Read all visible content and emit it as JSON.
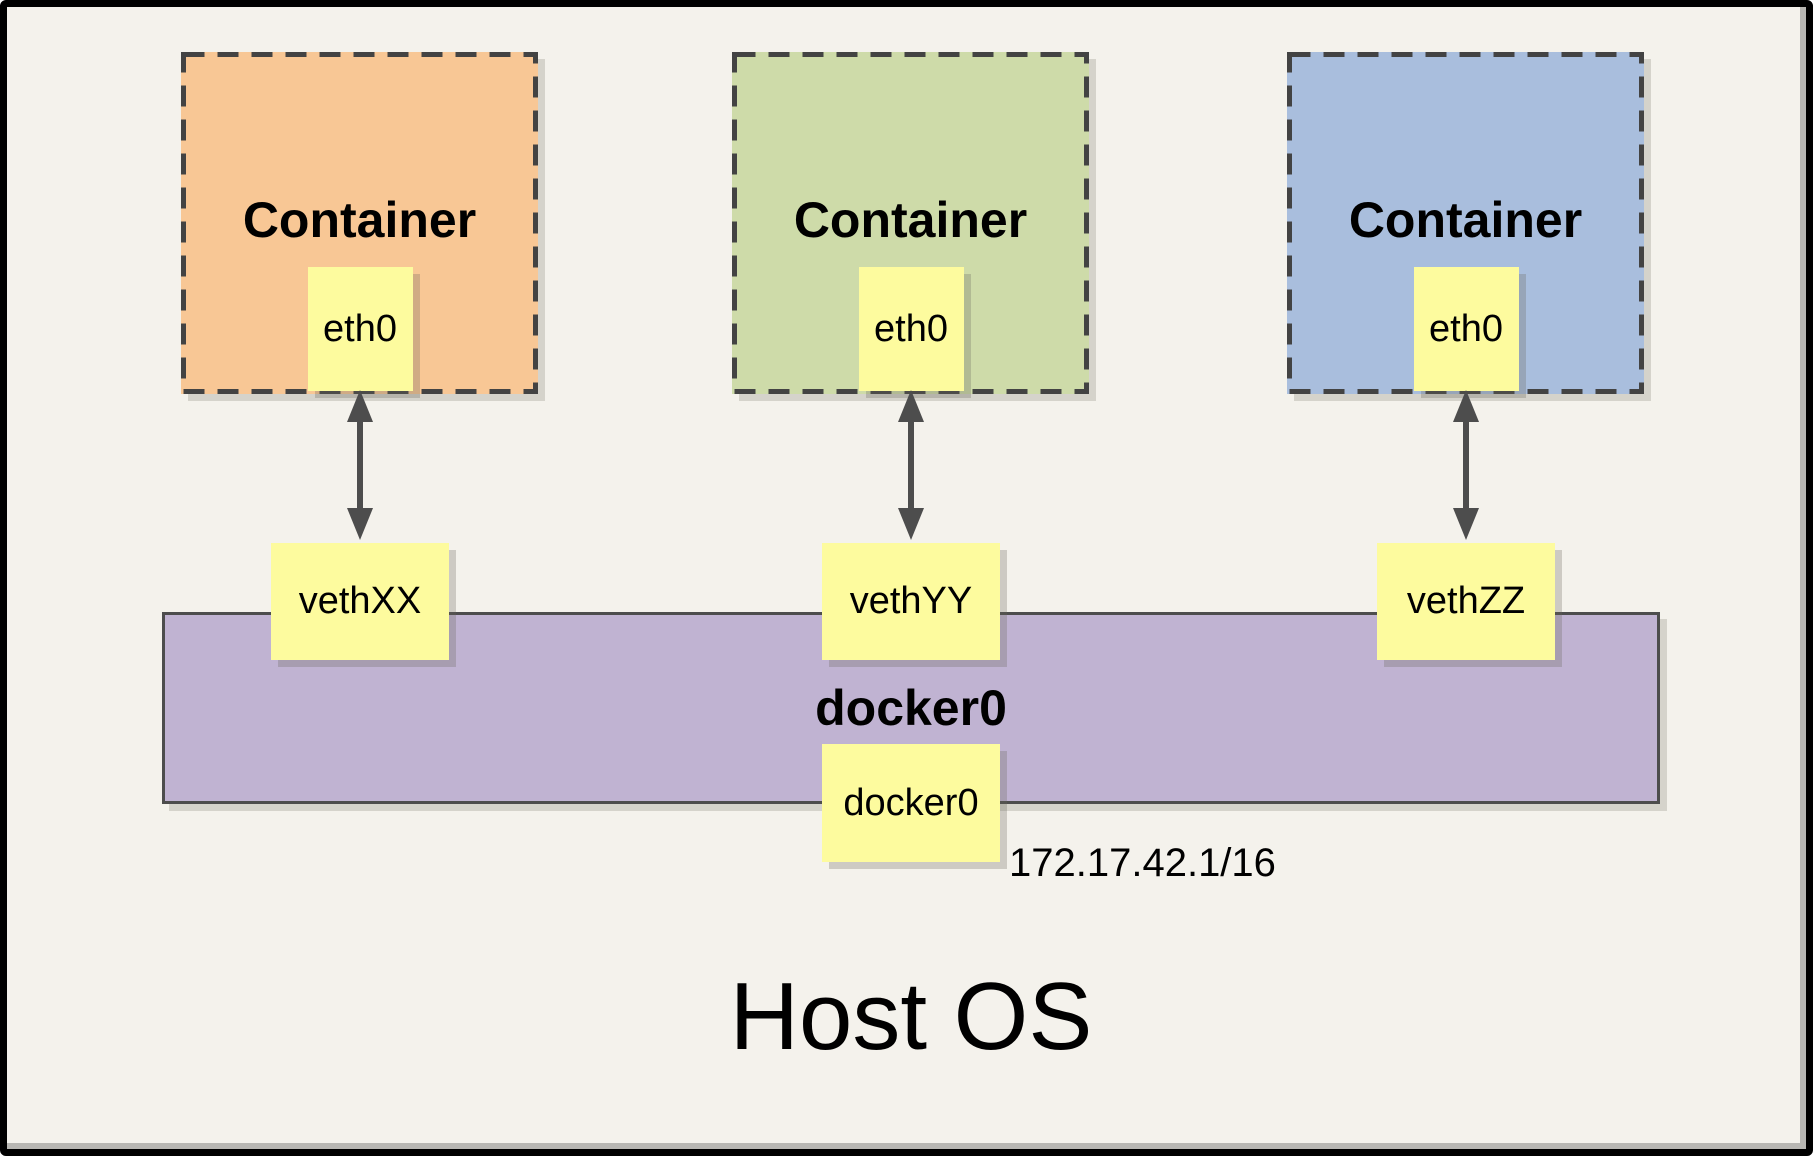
{
  "diagram": {
    "containers": [
      {
        "title": "Container",
        "interface_label": "eth0",
        "veth_label": "vethXX",
        "fill": "#F8C795"
      },
      {
        "title": "Container",
        "interface_label": "eth0",
        "veth_label": "vethYY",
        "fill": "#CEDBA9"
      },
      {
        "title": "Container",
        "interface_label": "eth0",
        "veth_label": "vethZZ",
        "fill": "#A9BEDD"
      }
    ],
    "bridge": {
      "title": "docker0",
      "interface_label": "docker0",
      "ip_address": "172.17.42.1/16",
      "fill": "#C0B3D2"
    },
    "host_label": "Host OS",
    "colors": {
      "background": "#F4F2EC",
      "note_yellow": "#FDFB9E",
      "dashed_border": "#434343",
      "arrow": "#4D4D4D"
    }
  }
}
